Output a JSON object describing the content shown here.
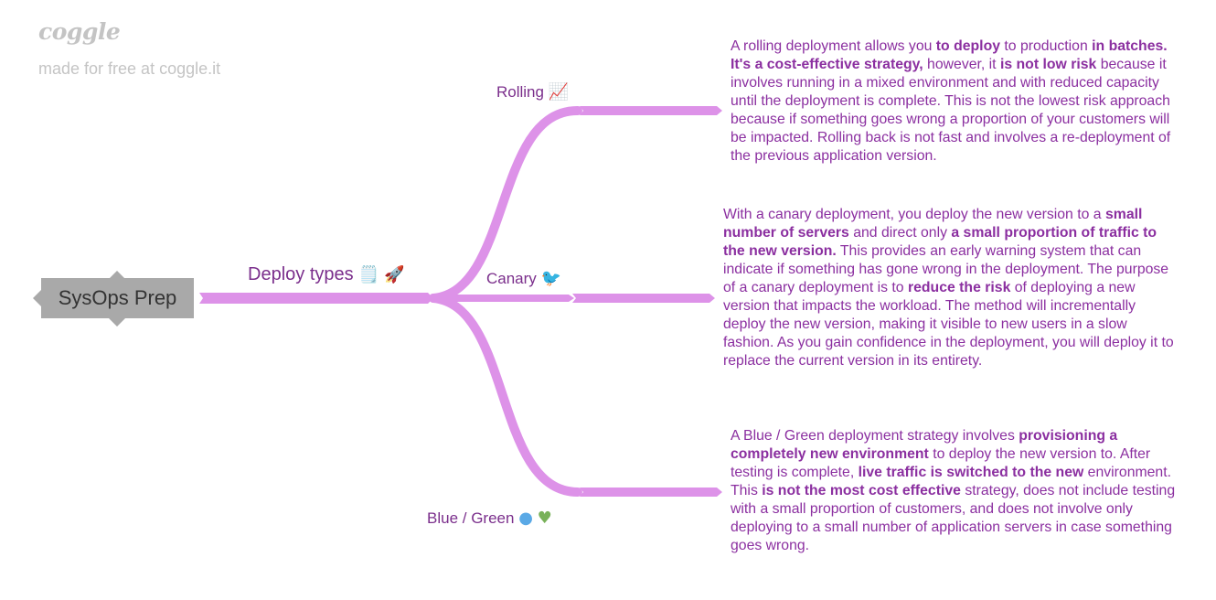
{
  "brand": {
    "logo": "coggle",
    "tagline": "made for free at coggle.it"
  },
  "colors": {
    "branch": "#dd92e8",
    "text": "#8b2fa0",
    "root_bg": "#a9a9a9",
    "brand_gray": "#c4c4c4"
  },
  "root": {
    "label": "SysOps Prep"
  },
  "deploy": {
    "label": "Deploy types",
    "icons": [
      "notepad-icon",
      "rocket-icon"
    ]
  },
  "branches": {
    "rolling": {
      "label": "Rolling",
      "icon": "chart-icon",
      "note": [
        {
          "t": "A rolling deployment allows you "
        },
        {
          "t": "to deploy",
          "b": true
        },
        {
          "t": " to production "
        },
        {
          "t": "in batches. It's a cost-effective strategy,",
          "b": true
        },
        {
          "t": " however, it "
        },
        {
          "t": "is not low risk",
          "b": true
        },
        {
          "t": " because it involves running in a mixed environment and with reduced capacity until the deployment is complete. This is not the lowest risk approach because if something goes wrong a proportion of your customers will be impacted. Rolling back is not fast and involves a re-deployment of the previous application version."
        }
      ]
    },
    "canary": {
      "label": "Canary",
      "icon": "bird-icon",
      "note": [
        {
          "t": "With a canary deployment, you deploy the new version to a "
        },
        {
          "t": "small number of servers",
          "b": true
        },
        {
          "t": " and direct only "
        },
        {
          "t": "a small proportion of traffic to the new version.",
          "b": true
        },
        {
          "t": " This provides an early warning system that can indicate if something has gone wrong in the deployment. The purpose of a canary deployment is to "
        },
        {
          "t": "reduce the risk",
          "b": true
        },
        {
          "t": " of deploying a new version that impacts the workload. The method will incrementally deploy the new version, making it visible to new users in a slow fashion. As you gain confidence in the deployment, you will deploy it to replace the current version in its entirety."
        }
      ]
    },
    "bluegreen": {
      "label": "Blue / Green",
      "icons": [
        "blue-circle-icon",
        "green-heart-icon"
      ],
      "note": [
        {
          "t": "A Blue / Green deployment strategy involves "
        },
        {
          "t": "provisioning a completely new environment",
          "b": true
        },
        {
          "t": " to deploy the new version to. After testing is complete, "
        },
        {
          "t": "live traffic is switched to the new",
          "b": true
        },
        {
          "t": " environment. This "
        },
        {
          "t": "is not the most cost effective",
          "b": true
        },
        {
          "t": " strategy, does not include testing with a small proportion of customers, and does not involve only deploying to a small number of application servers in case something goes wrong."
        }
      ]
    }
  }
}
